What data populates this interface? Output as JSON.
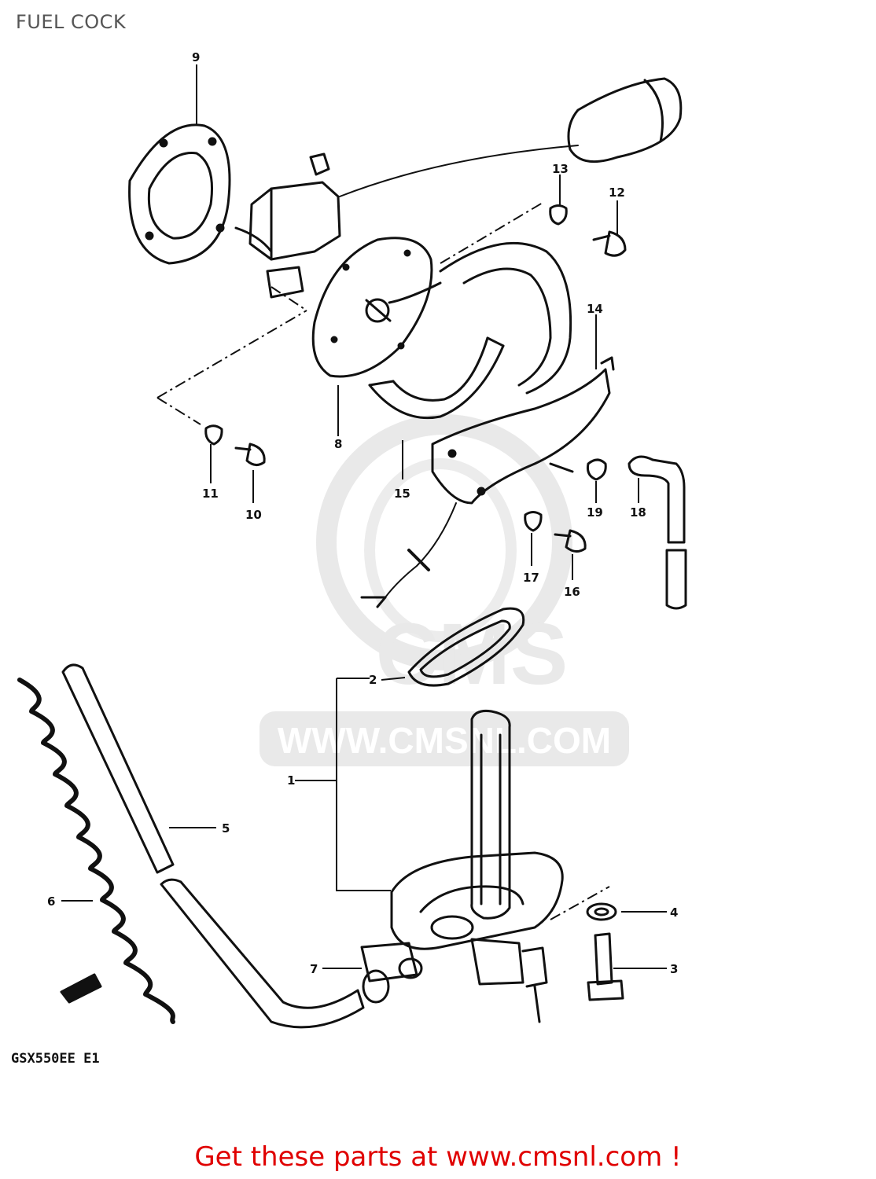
{
  "page": {
    "title": "FUEL COCK"
  },
  "diagram": {
    "model_code": "GSX550EE E1",
    "watermark": {
      "brand": "CMS",
      "url": "WWW.CMSNL.COM"
    },
    "callouts": [
      {
        "number": "1"
      },
      {
        "number": "2"
      },
      {
        "number": "3"
      },
      {
        "number": "4"
      },
      {
        "number": "5"
      },
      {
        "number": "6"
      },
      {
        "number": "7"
      },
      {
        "number": "8"
      },
      {
        "number": "9"
      },
      {
        "number": "10"
      },
      {
        "number": "11"
      },
      {
        "number": "12"
      },
      {
        "number": "13"
      },
      {
        "number": "14"
      },
      {
        "number": "15"
      },
      {
        "number": "16"
      },
      {
        "number": "17"
      },
      {
        "number": "18"
      },
      {
        "number": "19"
      }
    ]
  },
  "footer": {
    "text": "Get these parts at www.cmsnl.com !",
    "color": "#e00000"
  }
}
